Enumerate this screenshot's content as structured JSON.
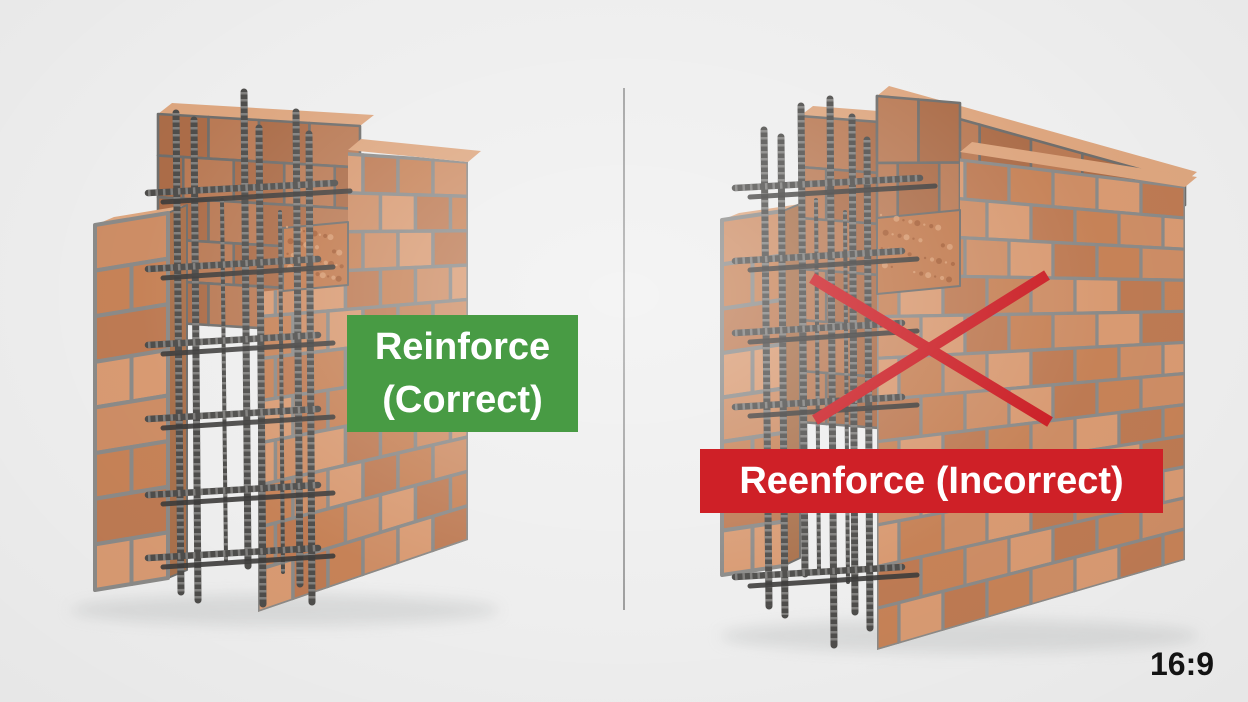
{
  "scene": {
    "aspect_ratio_label": "16:9",
    "background_color": "#eeeeee",
    "divider_color": "#9e9e9e"
  },
  "left_panel": {
    "label_line1": "Reinforce",
    "label_line2": "(Correct)",
    "label_bg_color": "#489b44",
    "label_text_color": "#ffffff"
  },
  "right_panel": {
    "label_text": "Reenforce (Incorrect)",
    "label_bg_color": "#cf2027",
    "label_text_color": "#ffffff",
    "cross_color": "#cb1f26"
  },
  "materials": {
    "brick_face": "#cd8d65",
    "brick_face_light": "#d89a72",
    "brick_face_dark": "#bd7a53",
    "brick_face_deep": "#c68257",
    "brick_top": "#dda67f",
    "brick_side": "#a9714c",
    "brick_rear": "#b97a55",
    "brick_rear_dark": "#ab6c48",
    "mortar": "#8b8a88",
    "mortar_dark": "#6f6e6c",
    "rough_block": "#c17a4e",
    "rough_block_dark": "#a05b34",
    "rough_block_light": "#d9a077",
    "rebar": "#4e4d4b",
    "rebar_dark": "#3d3c3b",
    "rebar_rib": "#939290",
    "shadow": "#d7d8d8"
  }
}
